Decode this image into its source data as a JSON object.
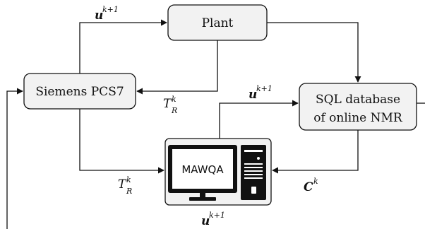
{
  "nodes": {
    "plant": "Plant",
    "pcs7": "Siemens PCS7",
    "sql_line1": "SQL database",
    "sql_line2": "of online NMR",
    "computer_screen": "MAWQA"
  },
  "signals": {
    "u_top": {
      "base": "u",
      "sup": "k+1"
    },
    "tr_upper": {
      "base": "T",
      "sup": "k",
      "sub": "R"
    },
    "u_mid": {
      "base": "u",
      "sup": "k+1"
    },
    "tr_lower": {
      "base": "T",
      "sup": "k",
      "sub": "R"
    },
    "c_k": {
      "base": "C",
      "sup": "k"
    },
    "u_bottom": {
      "base": "u",
      "sup": "k+1"
    }
  }
}
